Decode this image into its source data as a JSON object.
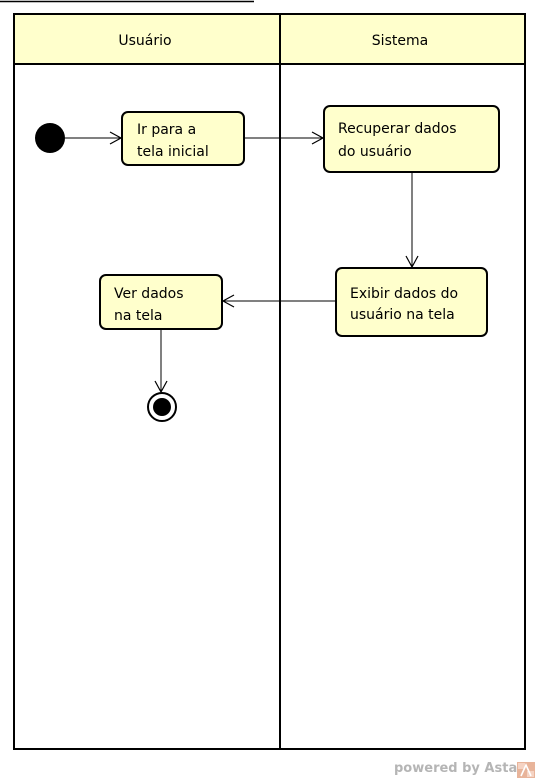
{
  "diagram": {
    "type": "uml-activity-diagram",
    "lanes": [
      {
        "id": "usuario",
        "label": "Usuário"
      },
      {
        "id": "sistema",
        "label": "Sistema"
      }
    ],
    "nodes": [
      {
        "id": "start",
        "kind": "initial",
        "lane": "usuario"
      },
      {
        "id": "a1",
        "kind": "action",
        "lane": "usuario",
        "lines": [
          "Ir para a",
          "tela inicial"
        ]
      },
      {
        "id": "a2",
        "kind": "action",
        "lane": "sistema",
        "lines": [
          "Recuperar dados",
          "do usuário"
        ]
      },
      {
        "id": "a3",
        "kind": "action",
        "lane": "sistema",
        "lines": [
          "Exibir dados do",
          "usuário na tela"
        ]
      },
      {
        "id": "a4",
        "kind": "action",
        "lane": "usuario",
        "lines": [
          "Ver dados",
          "na tela"
        ]
      },
      {
        "id": "end",
        "kind": "final",
        "lane": "usuario"
      }
    ],
    "edges": [
      {
        "from": "start",
        "to": "a1"
      },
      {
        "from": "a1",
        "to": "a2"
      },
      {
        "from": "a2",
        "to": "a3"
      },
      {
        "from": "a3",
        "to": "a4"
      },
      {
        "from": "a4",
        "to": "end"
      }
    ],
    "colors": {
      "action_fill": "#ffffcc",
      "header_fill": "#ffffcc",
      "stroke": "#000000"
    }
  },
  "watermark": {
    "text": "powered by Astah"
  }
}
